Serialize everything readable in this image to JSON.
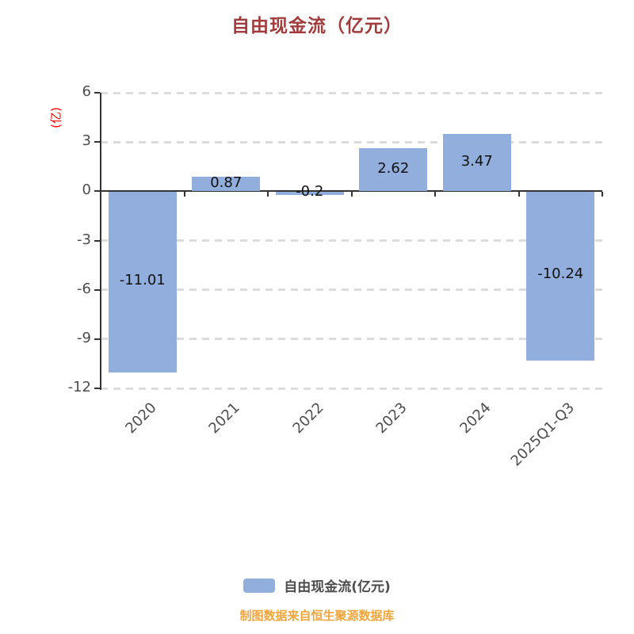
{
  "title": "自由现金流（亿元）",
  "y_axis": {
    "unit_label": "(亿)",
    "tick_labels": [
      "6",
      "3",
      "0",
      "-3",
      "-6",
      "-9",
      "-12"
    ]
  },
  "legend": {
    "label": "自由现金流(亿元)"
  },
  "footer": {
    "text": "制图数据来自恒生聚源数据库"
  },
  "colors": {
    "bar": "#92AEDC",
    "title": "#A23C3C",
    "y_unit": "#FF0000",
    "footer": "#F2A53C",
    "axis": "#333333",
    "tick_label": "#4D4D4D",
    "grid": "#DCDCDC",
    "bar_label": "#111111"
  },
  "chart_data": {
    "type": "bar",
    "title": "自由现金流（亿元）",
    "categories": [
      "2020",
      "2021",
      "2022",
      "2023",
      "2024",
      "2025Q1-Q3"
    ],
    "values": [
      -11.01,
      0.87,
      -0.2,
      2.62,
      3.47,
      -10.24
    ],
    "value_labels": [
      "-11.01",
      "0.87",
      "-0.2",
      "2.62",
      "3.47",
      "-10.24"
    ],
    "xlabel": "",
    "ylabel": "(亿)",
    "ylim": [
      -12,
      6
    ],
    "yticks": [
      6,
      3,
      0,
      -3,
      -6,
      -9,
      -12
    ],
    "grid": "horizontal-dashed",
    "legend_position": "bottom",
    "legend_entries": [
      "自由现金流(亿元)"
    ],
    "bar_color": "#92AEDC"
  }
}
